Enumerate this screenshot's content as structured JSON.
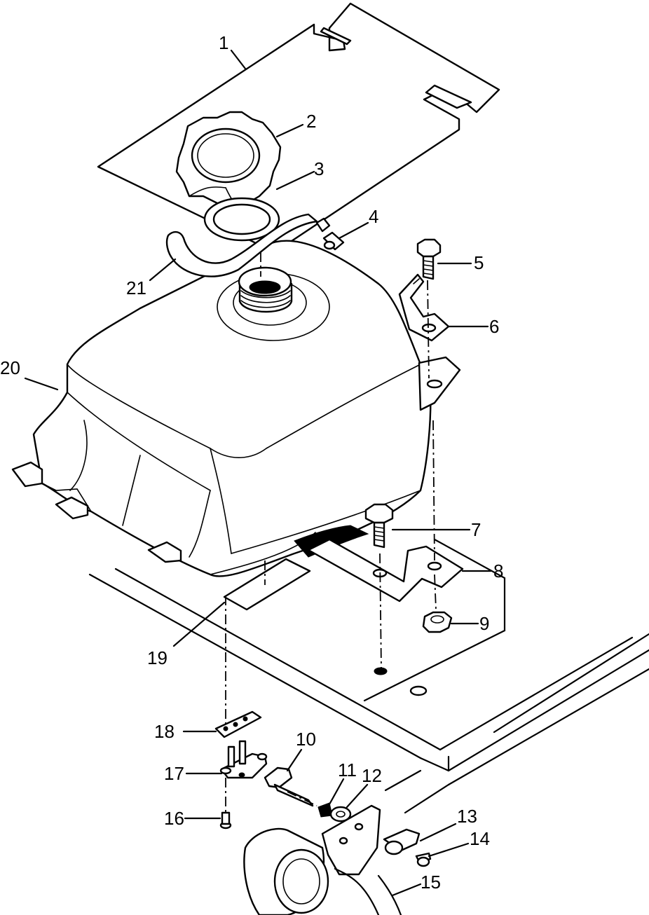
{
  "diagram": {
    "colors": {
      "ink": "#000000",
      "paper": "#ffffff"
    },
    "callouts": [
      {
        "id": "1",
        "label": "1"
      },
      {
        "id": "2",
        "label": "2"
      },
      {
        "id": "3",
        "label": "3"
      },
      {
        "id": "4",
        "label": "4"
      },
      {
        "id": "5",
        "label": "5"
      },
      {
        "id": "6",
        "label": "6"
      },
      {
        "id": "7",
        "label": "7"
      },
      {
        "id": "8",
        "label": "8"
      },
      {
        "id": "9",
        "label": "9"
      },
      {
        "id": "10",
        "label": "10"
      },
      {
        "id": "11",
        "label": "11"
      },
      {
        "id": "12",
        "label": "12"
      },
      {
        "id": "13",
        "label": "13"
      },
      {
        "id": "14",
        "label": "14"
      },
      {
        "id": "15",
        "label": "15"
      },
      {
        "id": "16",
        "label": "16"
      },
      {
        "id": "17",
        "label": "17"
      },
      {
        "id": "18",
        "label": "18"
      },
      {
        "id": "19",
        "label": "19"
      },
      {
        "id": "20",
        "label": "20"
      },
      {
        "id": "21",
        "label": "21"
      }
    ]
  }
}
